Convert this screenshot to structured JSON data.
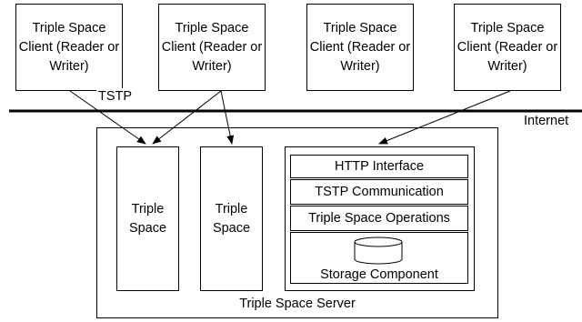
{
  "clients": [
    {
      "label": "Triple Space\nClient (Reader or\nWriter)"
    },
    {
      "label": "Triple Space\nClient (Reader or\nWriter)"
    },
    {
      "label": "Triple Space\nClient (Reader or\nWriter)"
    },
    {
      "label": "Triple Space\nClient (Reader or\nWriter)"
    }
  ],
  "tstp_label": "TSTP",
  "internet_label": "Internet",
  "server": {
    "label": "Triple Space Server",
    "spaces": [
      {
        "label": "Triple\nSpace"
      },
      {
        "label": "Triple\nSpace"
      }
    ],
    "stack": {
      "layers": [
        "HTTP Interface",
        "TSTP Communication",
        "Triple Space Operations"
      ],
      "storage_label": "Storage Component"
    }
  }
}
